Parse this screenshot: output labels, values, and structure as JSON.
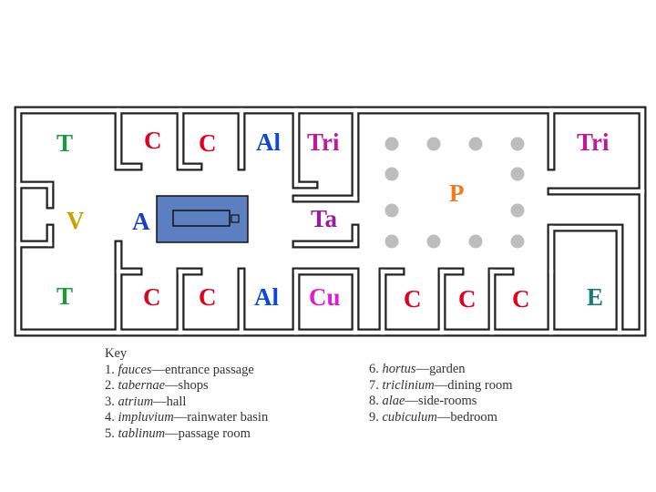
{
  "diagram": {
    "colors": {
      "T": "#1a9a3a",
      "V": "#c9a100",
      "C": "#e0001f",
      "Al": "#0d47d9",
      "Tri": "#c2179b",
      "Ta": "#9b1aa3",
      "A": "#1b3fc4",
      "P": "#f07a1c",
      "Cu": "#e319d6",
      "E": "#187a7a",
      "wall": "#222222",
      "impluvium": "#5c7fc2",
      "column": "#bdbdbd"
    },
    "labels": {
      "t_top": "T",
      "v": "V",
      "t_bottom": "T",
      "c_top_1": "C",
      "c_top_2": "C",
      "al_top": "Al",
      "tri_left": "Tri",
      "a": "A",
      "ta": "Ta",
      "p": "P",
      "tri_right": "Tri",
      "c_bottom_1": "C",
      "c_bottom_2": "C",
      "al_bottom": "Al",
      "cu": "Cu",
      "c_bottom_3": "C",
      "c_bottom_4": "C",
      "c_bottom_5": "C",
      "e": "E"
    }
  },
  "key": {
    "title": "Key",
    "left": [
      {
        "num": "1.",
        "term": "fauces",
        "desc": "—entrance passage"
      },
      {
        "num": "2.",
        "term": "tabernae",
        "desc": "—shops"
      },
      {
        "num": "3.",
        "term": "atrium",
        "desc": "—hall"
      },
      {
        "num": "4.",
        "term": "impluvium",
        "desc": "—rainwater basin"
      },
      {
        "num": "5.",
        "term": "tablinum",
        "desc": "—passage room"
      }
    ],
    "right": [
      {
        "num": "6.",
        "term": "hortus",
        "desc": "—garden"
      },
      {
        "num": "7.",
        "term": "triclinium",
        "desc": "—dining room"
      },
      {
        "num": "8.",
        "term": "alae",
        "desc": "—side-rooms"
      },
      {
        "num": "9.",
        "term": "cubiculum",
        "desc": "—bedroom"
      }
    ]
  }
}
